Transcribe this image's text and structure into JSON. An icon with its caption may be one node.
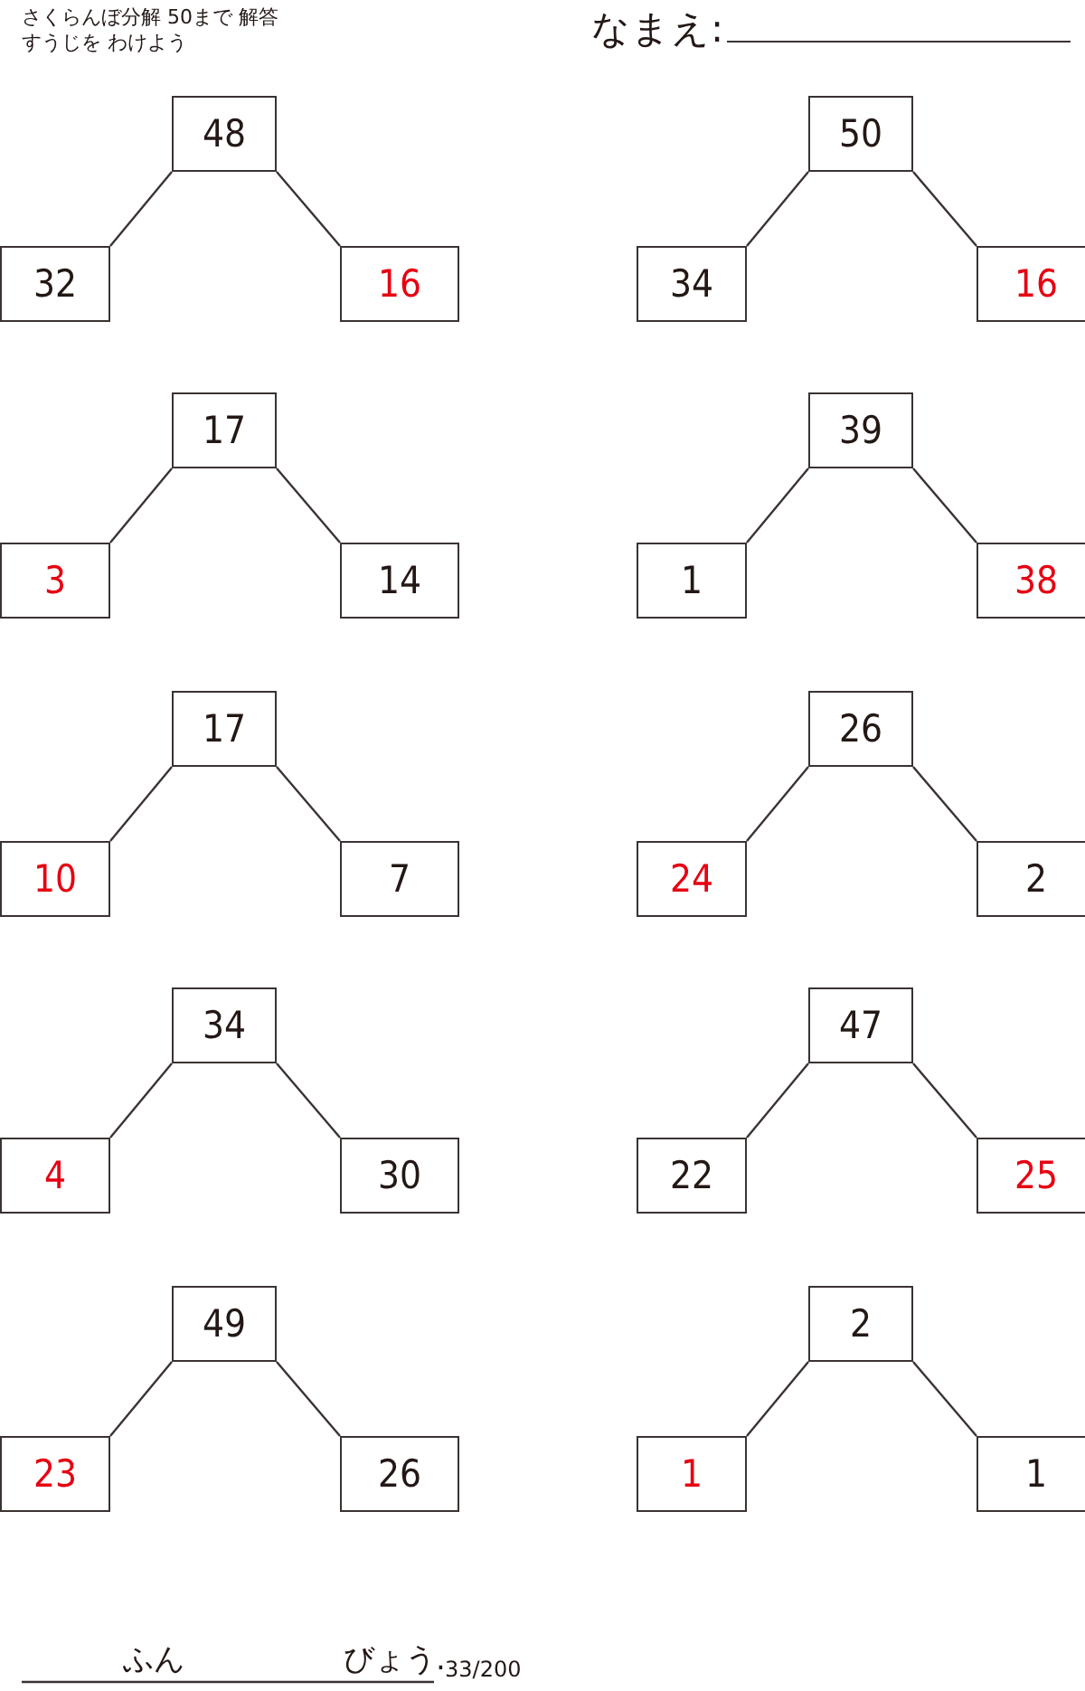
{
  "diagram": {
    "title": "さくらんぼ分解 50まで 解答",
    "nodes": [
      {
        "text": [
          "48"
        ]
      },
      {
        "text": [
          "32"
        ]
      },
      {
        "text": [
          "16"
        ]
      },
      {
        "text": [
          "50"
        ]
      },
      {
        "text": [
          "34"
        ]
      },
      {
        "text": [
          "16"
        ]
      },
      {
        "text": [
          "17"
        ]
      },
      {
        "text": [
          "3"
        ]
      },
      {
        "text": [
          "14"
        ]
      },
      {
        "text": [
          "39"
        ]
      },
      {
        "text": [
          "1"
        ]
      },
      {
        "text": [
          "38"
        ]
      },
      {
        "text": [
          "17"
        ]
      },
      {
        "text": [
          "10"
        ]
      },
      {
        "text": [
          "7"
        ]
      },
      {
        "text": [
          "26"
        ]
      },
      {
        "text": [
          "24"
        ]
      },
      {
        "text": [
          "2"
        ]
      },
      {
        "text": [
          "34"
        ]
      },
      {
        "text": [
          "4"
        ]
      },
      {
        "text": [
          "30"
        ]
      },
      {
        "text": [
          "47"
        ]
      },
      {
        "text": [
          "22"
        ]
      },
      {
        "text": [
          "25"
        ]
      },
      {
        "text": [
          "49"
        ]
      },
      {
        "text": [
          "23"
        ]
      },
      {
        "text": [
          "26"
        ]
      },
      {
        "text": [
          "2"
        ]
      },
      {
        "text": [
          "1"
        ]
      },
      {
        "text": [
          "1"
        ]
      }
    ],
    "edges": [
      {
        "from": 0,
        "to": 1,
        "arrow": "none"
      },
      {
        "from": 0,
        "to": 2,
        "arrow": "none"
      },
      {
        "from": 3,
        "to": 4,
        "arrow": "none"
      },
      {
        "from": 3,
        "to": 5,
        "arrow": "none"
      },
      {
        "from": 6,
        "to": 7,
        "arrow": "none"
      },
      {
        "from": 6,
        "to": 8,
        "arrow": "none"
      },
      {
        "from": 9,
        "to": 10,
        "arrow": "none"
      },
      {
        "from": 9,
        "to": 11,
        "arrow": "none"
      },
      {
        "from": 12,
        "to": 13,
        "arrow": "none"
      },
      {
        "from": 12,
        "to": 14,
        "arrow": "none"
      },
      {
        "from": 15,
        "to": 16,
        "arrow": "none"
      },
      {
        "from": 15,
        "to": 17,
        "arrow": "none"
      },
      {
        "from": 18,
        "to": 19,
        "arrow": "none"
      },
      {
        "from": 18,
        "to": 20,
        "arrow": "none"
      },
      {
        "from": 21,
        "to": 22,
        "arrow": "none"
      },
      {
        "from": 21,
        "to": 23,
        "arrow": "none"
      },
      {
        "from": 24,
        "to": 25,
        "arrow": "none"
      },
      {
        "from": 24,
        "to": 26,
        "arrow": "none"
      },
      {
        "from": 27,
        "to": 28,
        "arrow": "none"
      },
      {
        "from": 27,
        "to": 29,
        "arrow": "none"
      }
    ],
    "labels": [
      "すうじを わけよう",
      "なまえ:",
      "ふん",
      "びょう.",
      "33/200"
    ]
  }
}
